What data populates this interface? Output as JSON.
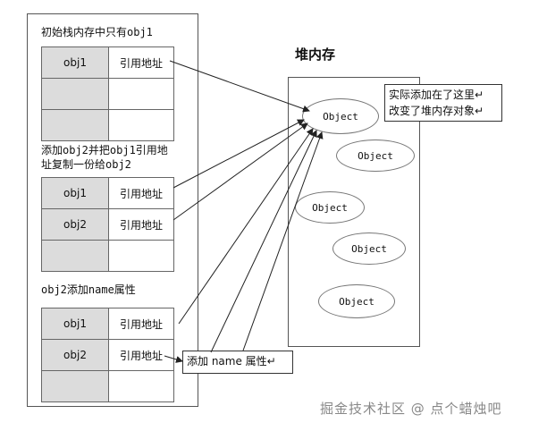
{
  "sections": [
    {
      "caption_lines": [
        "初始栈内存中只有obj1"
      ],
      "rows": [
        {
          "name": "obj1",
          "value": "引用地址"
        },
        {
          "name": "",
          "value": ""
        },
        {
          "name": "",
          "value": ""
        }
      ]
    },
    {
      "caption_lines": [
        "添加obj2并把obj1引用地",
        "址复制一份给obj2"
      ],
      "rows": [
        {
          "name": "obj1",
          "value": "引用地址"
        },
        {
          "name": "obj2",
          "value": "引用地址"
        },
        {
          "name": "",
          "value": ""
        }
      ]
    },
    {
      "caption_lines": [
        "obj2添加name属性"
      ],
      "rows": [
        {
          "name": "obj1",
          "value": "引用地址"
        },
        {
          "name": "obj2",
          "value": "引用地址"
        },
        {
          "name": "",
          "value": ""
        }
      ]
    }
  ],
  "heap": {
    "title": "堆内存",
    "objects": [
      "Object",
      "Object",
      "Object",
      "Object",
      "Object"
    ]
  },
  "notes": {
    "top_line1": "实际添加在了这里↵",
    "top_line2": "改变了堆内存对象↵",
    "add_name": "添加 name 属性↵"
  },
  "watermark": "掘金技术社区 @ 点个蜡烛吧"
}
